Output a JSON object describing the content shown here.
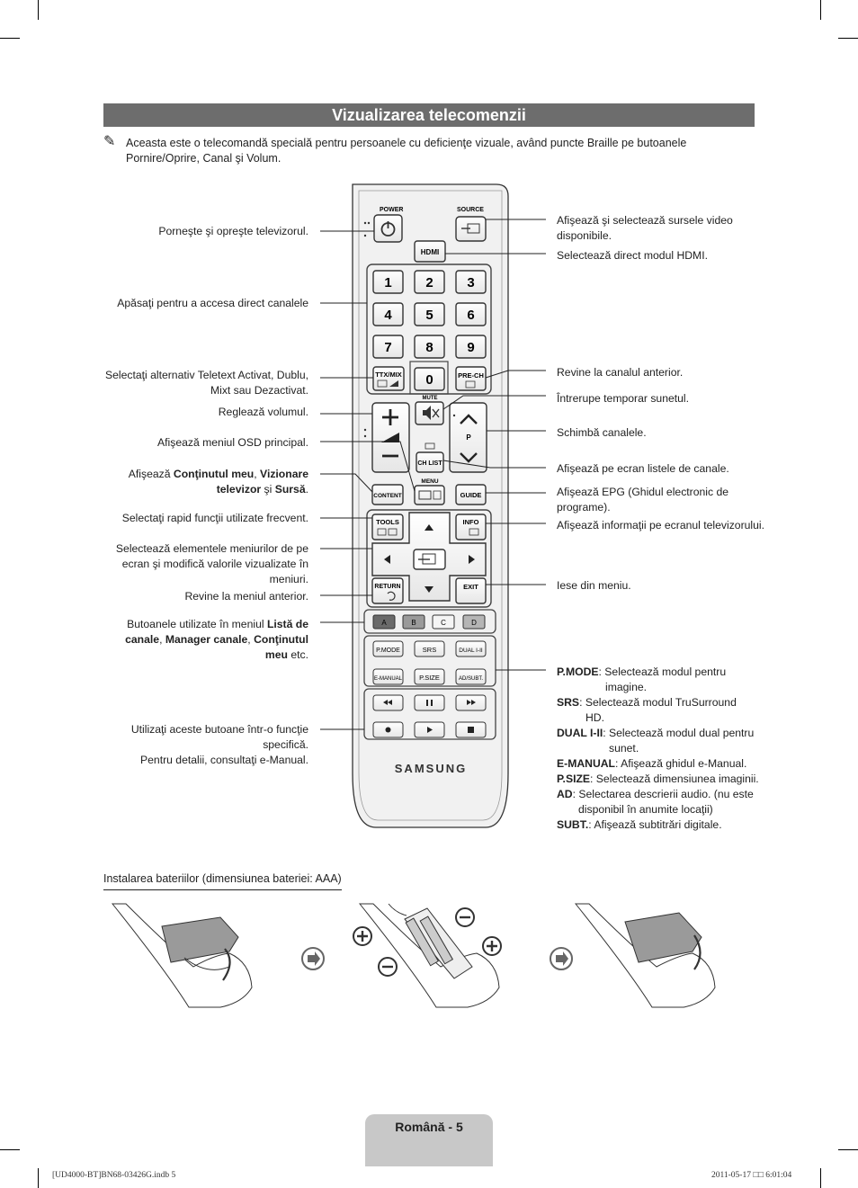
{
  "title": "Vizualizarea telecomenzii",
  "note": {
    "icon": "pencil-note-icon",
    "text": "Aceasta este o telecomandă specială pentru persoanele cu deficienţe vizuale, având puncte Braille pe butoanele Pornire/Oprire, Canal şi Volum."
  },
  "left_labels": {
    "power": "Porneşte şi opreşte televizorul.",
    "channels": "Apăsaţi pentru a accesa direct canalele",
    "ttx_1": "Selectaţi alternativ Teletext Activat, Dublu,",
    "ttx_2": "Mixt sau Dezactivat.",
    "volume": "Reglează volumul.",
    "menu": "Afişează meniul OSD principal.",
    "content_pre": "Afişează ",
    "content_b1": "Conţinutul meu",
    "content_sep1": ", ",
    "content_b2": "Vizionare",
    "content_b3": "televizor",
    "content_sep2": " şi ",
    "content_b4": "Sursă",
    "content_end": ".",
    "tools": "Selectaţi rapid funcţii utilizate frecvent.",
    "nav_1": "Selectează elementele meniurilor de pe",
    "nav_2": "ecran şi modifică valorile vizualizate în",
    "nav_3": "meniuri.",
    "return": "Revine la meniul anterior.",
    "colors_pre": "Butoanele utilizate în meniul ",
    "colors_b1": "Listă de",
    "colors_b2": "canale",
    "colors_sep1": ", ",
    "colors_b3": "Manager canale",
    "colors_sep2": ", ",
    "colors_b4": "Conţinutul",
    "colors_b5": "meu",
    "colors_end": " etc.",
    "media_1": "Utilizaţi aceste butoane într-o funcţie",
    "media_2": "specifică.",
    "media_3": "Pentru detalii, consultaţi e-Manual."
  },
  "right_labels": {
    "source_1": "Afişează şi selectează sursele video",
    "source_2": "disponibile.",
    "hdmi": "Selectează direct modul HDMI.",
    "prech": "Revine la canalul anterior.",
    "mute": "Întrerupe temporar sunetul.",
    "channel": "Schimbă canalele.",
    "chlist": "Afişează pe ecran listele de canale.",
    "guide_1": "Afişează EPG (Ghidul electronic de",
    "guide_2": "programe).",
    "info": "Afişează informaţii pe ecranul televizorului.",
    "exit": "Iese din meniu.",
    "pmode_k": "P.MODE",
    "pmode_v1": ": Selectează modul pentru",
    "pmode_v2": "imagine.",
    "srs_k": "SRS",
    "srs_v1": ": Selectează modul TruSurround",
    "srs_v2": "HD.",
    "dual_k": "DUAL I-II",
    "dual_v1": ": Selectează modul dual pentru",
    "dual_v2": "sunet.",
    "emanual_k": "E-MANUAL",
    "emanual_v": ": Afişează ghidul e-Manual.",
    "psize_k": "P.SIZE",
    "psize_v": ": Selectează dimensiunea imaginii.",
    "ad_k": "AD",
    "ad_v1": ": Selectarea descrierii audio. (nu este",
    "ad_v2": "disponibil în anumite locaţii)",
    "subt_k": "SUBT.",
    "subt_v": ": Afişează subtitrări digitale."
  },
  "remote": {
    "power": "POWER",
    "source": "SOURCE",
    "hdmi": "HDMI",
    "digits": [
      "1",
      "2",
      "3",
      "4",
      "5",
      "6",
      "7",
      "8",
      "9"
    ],
    "zero": "0",
    "ttx": "TTX/MIX",
    "prech": "PRE-CH",
    "mute": "MUTE",
    "p": "P",
    "chlist": "CH LIST",
    "menu": "MENU",
    "content": "CONTENT",
    "guide": "GUIDE",
    "tools": "TOOLS",
    "info": "INFO",
    "return": "RETURN",
    "exit": "EXIT",
    "colors": [
      "A",
      "B",
      "C",
      "D"
    ],
    "pmode": "P.MODE",
    "srs": "SRS",
    "dual": "DUAL I-II",
    "emanual": "E-MANUAL",
    "psize": "P.SIZE",
    "adsubt": "AD/SUBT.",
    "brand": "SAMSUNG"
  },
  "battery_title": "Instalarea bateriilor (dimensiunea bateriei: AAA)",
  "footer": "Română - 5",
  "indd_left": "[UD4000-BT]BN68-03426G.indb   5",
  "indd_right": "2011-05-17   □□ 6:01:04"
}
